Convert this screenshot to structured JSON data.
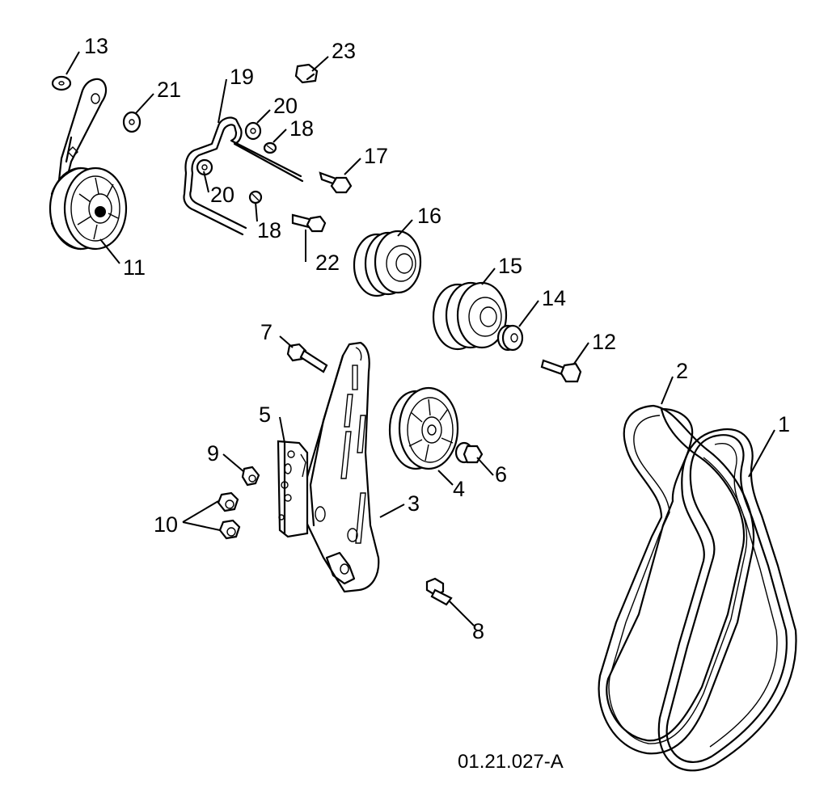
{
  "callouts": [
    {
      "id": "c1",
      "label": "1"
    },
    {
      "id": "c2",
      "label": "2"
    },
    {
      "id": "c3",
      "label": "3"
    },
    {
      "id": "c4",
      "label": "4"
    },
    {
      "id": "c5",
      "label": "5"
    },
    {
      "id": "c6",
      "label": "6"
    },
    {
      "id": "c7",
      "label": "7"
    },
    {
      "id": "c8",
      "label": "8"
    },
    {
      "id": "c9",
      "label": "9"
    },
    {
      "id": "c10",
      "label": "10"
    },
    {
      "id": "c11",
      "label": "11"
    },
    {
      "id": "c12",
      "label": "12"
    },
    {
      "id": "c13",
      "label": "13"
    },
    {
      "id": "c14",
      "label": "14"
    },
    {
      "id": "c15",
      "label": "15"
    },
    {
      "id": "c16",
      "label": "16"
    },
    {
      "id": "c17",
      "label": "17"
    },
    {
      "id": "c18a",
      "label": "18"
    },
    {
      "id": "c18b",
      "label": "18"
    },
    {
      "id": "c19",
      "label": "19"
    },
    {
      "id": "c20a",
      "label": "20"
    },
    {
      "id": "c20b",
      "label": "20"
    },
    {
      "id": "c21",
      "label": "21"
    },
    {
      "id": "c22",
      "label": "22"
    },
    {
      "id": "c23",
      "label": "23"
    }
  ],
  "drawing_number": "01.21.027-A"
}
